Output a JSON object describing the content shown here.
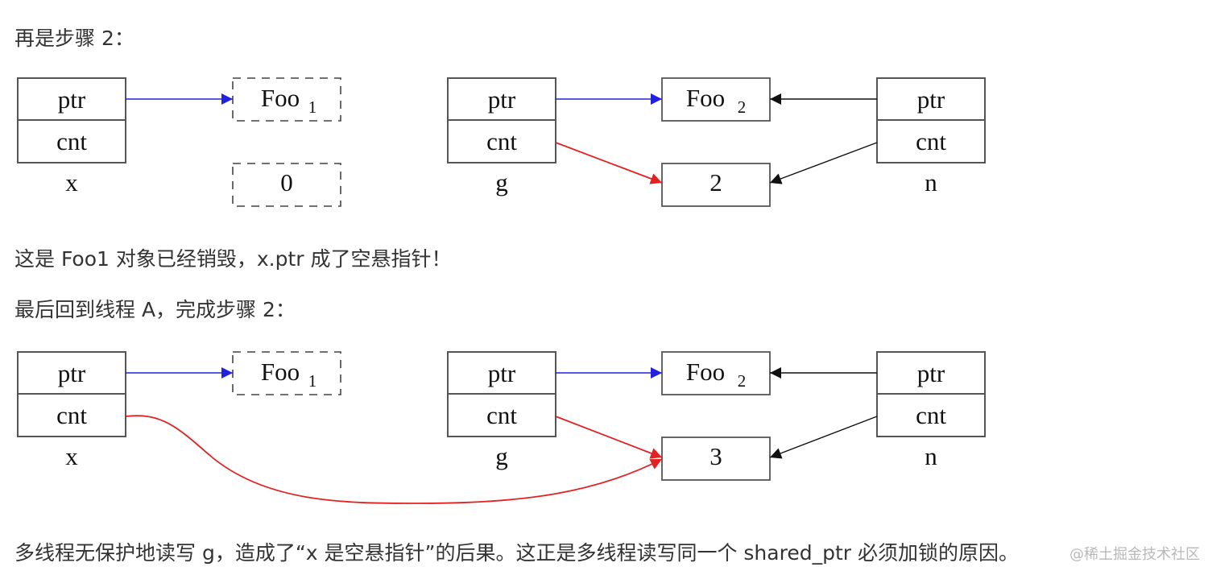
{
  "paragraphs": {
    "p1": "再是步骤 2：",
    "p2": "这是 Foo1 对象已经销毁，x.ptr 成了空悬指针！",
    "p3": "最后回到线程 A，完成步骤 2：",
    "p4": "多线程无保护地读写 g，造成了“x 是空悬指针”的后果。这正是多线程读写同一个 shared_ptr 必须加锁的原因。"
  },
  "watermark": "@稀土掘金技术社区",
  "colors": {
    "blue_arrow": "#2222dd",
    "red_arrow": "#e22222",
    "black_arrow": "#111111",
    "box_border": "#555555",
    "dashed_border": "#444444"
  },
  "diagram1": {
    "x": {
      "ptr": "ptr",
      "cnt": "cnt",
      "name": "x"
    },
    "foo1": {
      "label": "Foo",
      "sub": "1"
    },
    "count_x": "0",
    "g": {
      "ptr": "ptr",
      "cnt": "cnt",
      "name": "g"
    },
    "foo2": {
      "label": "Foo",
      "sub": "2"
    },
    "count_g": "2",
    "n": {
      "ptr": "ptr",
      "cnt": "cnt",
      "name": "n"
    }
  },
  "diagram2": {
    "x": {
      "ptr": "ptr",
      "cnt": "cnt",
      "name": "x"
    },
    "foo1": {
      "label": "Foo",
      "sub": "1"
    },
    "g": {
      "ptr": "ptr",
      "cnt": "cnt",
      "name": "g"
    },
    "foo2": {
      "label": "Foo",
      "sub": "2"
    },
    "count_g": "3",
    "n": {
      "ptr": "ptr",
      "cnt": "cnt",
      "name": "n"
    }
  }
}
